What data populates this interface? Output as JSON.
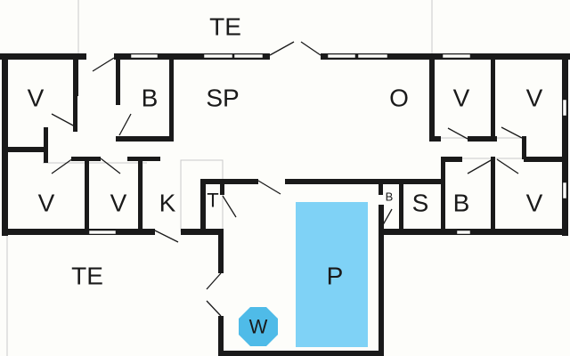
{
  "colors": {
    "wall": "#1a1a1a",
    "background": "#fdfdfa",
    "pool": "#7fd2f6",
    "whirlpool": "#4fbbe8"
  },
  "labels": {
    "terrace_top": "TE",
    "bedroom_1": "V",
    "bathroom_1": "B",
    "dining": "SP",
    "living": "O",
    "bedroom_2": "V",
    "bedroom_3": "V",
    "bedroom_4": "V",
    "bedroom_5": "V",
    "kitchen": "K",
    "toilet": "T",
    "bathroom_small": "B",
    "sauna": "S",
    "bathroom_2": "B",
    "bedroom_6": "V",
    "terrace_bottom": "TE",
    "pool": "P",
    "whirlpool": "W"
  }
}
